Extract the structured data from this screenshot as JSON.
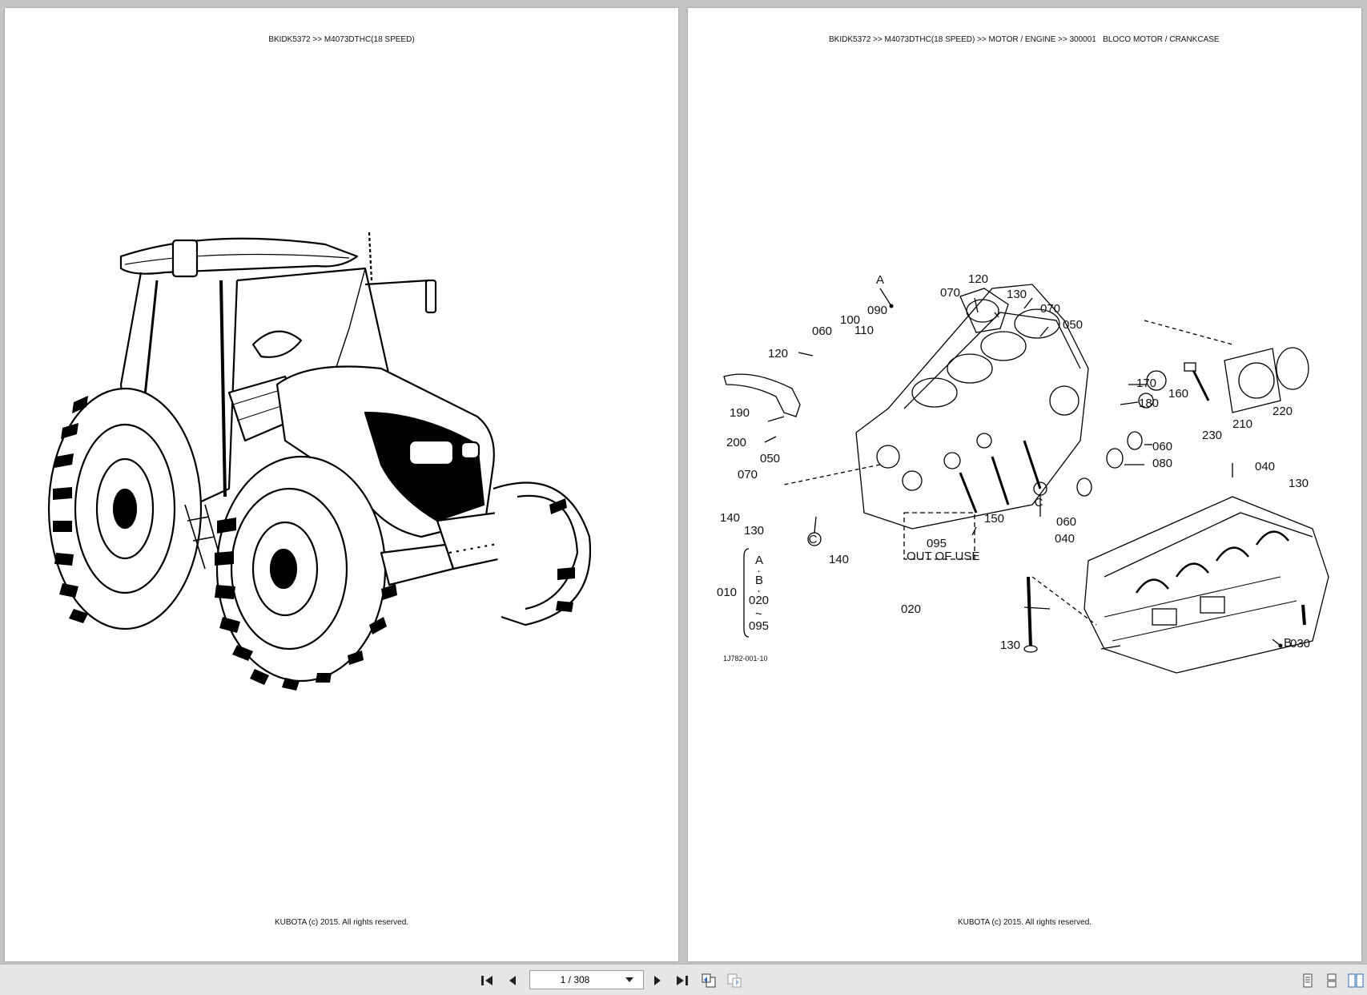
{
  "left_page": {
    "header": "BKIDK5372 >> M4073DTHC(18 SPEED)",
    "footer": "KUBOTA (c) 2015. All rights reserved."
  },
  "right_page": {
    "header": "BKIDK5372 >> M4073DTHC(18 SPEED) >> MOTOR / ENGINE >> 300001   BLOCO MOTOR / CRANKCASE",
    "footer": "KUBOTA (c) 2015. All rights reserved.",
    "diagram": {
      "code": "1J782-001-10",
      "out_of_use": "OUT OF USE",
      "callouts": {
        "A": "A",
        "B": "B",
        "C": "C",
        "p010": "010",
        "p020": "020",
        "p030": "030",
        "p040": "040",
        "p050": "050",
        "p060": "060",
        "p070": "070",
        "p080": "080",
        "p090": "090",
        "p095": "095",
        "p100": "100",
        "p110": "110",
        "p120": "120",
        "p130": "130",
        "p140": "140",
        "p150": "150",
        "p160": "160",
        "p170": "170",
        "p180": "180",
        "p190": "190",
        "p200": "200",
        "p210": "210",
        "p220": "220",
        "p230": "230",
        "tilde": "~",
        "dot": "·"
      }
    }
  },
  "toolbar": {
    "page_indicator": "1 / 308",
    "icons": {
      "first": "first-page-icon",
      "prev": "previous-page-icon",
      "next": "next-page-icon",
      "last": "last-page-icon",
      "back": "go-back-view-icon",
      "forward": "go-forward-view-icon",
      "single": "single-page-view-icon",
      "continuous": "continuous-view-icon",
      "facing": "facing-pages-view-icon"
    }
  }
}
